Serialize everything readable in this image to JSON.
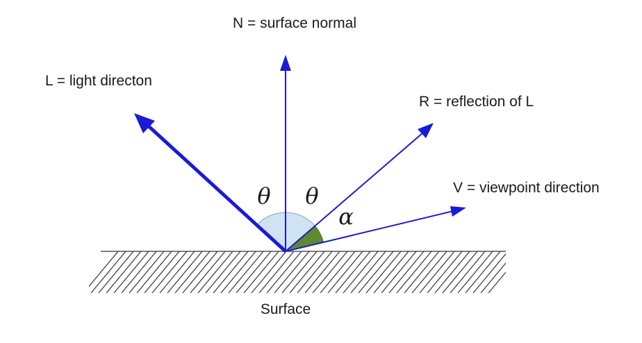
{
  "labels": {
    "normal": "N = surface normal",
    "light": "L = light directon",
    "reflection": "R = reflection of L",
    "viewpoint": "V = viewpoint direction",
    "surface": "Surface",
    "theta_left": "θ",
    "theta_right": "θ",
    "alpha": "α"
  },
  "colors": {
    "vector": "#1a1ad6",
    "theta_arc_fill": "#cfe3f3",
    "alpha_arc_fill": "#5e8a2c",
    "surface_line": "#333333",
    "text": "#1a1a1a"
  }
}
